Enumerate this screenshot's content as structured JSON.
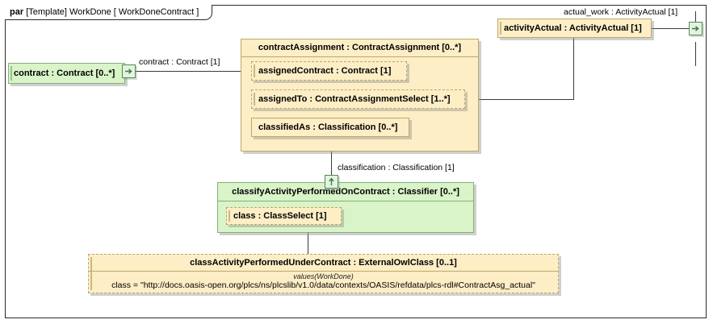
{
  "frame": {
    "keyword": "par",
    "label": "[Template] WorkDone [ WorkDoneContract ]"
  },
  "nodes": {
    "contract": {
      "title": "contract : Contract [0..*]",
      "fill": "#d9f4c8"
    },
    "contract_assignment": {
      "title": "contractAssignment : ContractAssignment [0..*]",
      "fill": "#fdeec6"
    },
    "assigned_contract": {
      "title": "assignedContract : Contract [1]",
      "fill": "#fdeec6"
    },
    "assigned_to": {
      "title": "assignedTo : ContractAssignmentSelect [1..*]",
      "fill": "#fdeec6"
    },
    "classified_as": {
      "title": "classifiedAs : Classification [0..*]",
      "fill": "#fdeec6"
    },
    "activity_actual": {
      "title": "activityActual : ActivityActual [1]",
      "fill": "#fdeec6"
    },
    "classifier": {
      "title": "classifyActivityPerformedOnContract : Classifier [0..*]",
      "fill": "#d9f4c8"
    },
    "class_select": {
      "title": "class : ClassSelect [1]",
      "fill": "#fdeec6"
    },
    "external_owl": {
      "title": "classActivityPerformedUnderContract : ExternalOwlClass [0..1]",
      "values_label": "values(WorkDone)",
      "class_assignment": "class = \"http://docs.oasis-open.org/plcs/ns/plcslib/v1.0/data/contexts/OASIS/refdata/plcs-rdl#ContractAsg_actual\"",
      "fill": "#fdeec6"
    }
  },
  "edges": {
    "contract_label": "contract : Contract [1]",
    "actual_work_label": "actual_work : ActivityActual [1]",
    "classification_label": "classification : Classification [1]"
  },
  "ports": {
    "contract_port": "arrow-right-port-icon",
    "frame_right_port": "arrow-right-port-icon",
    "classification_port": "arrow-up-port-icon"
  },
  "colors": {
    "yellow_fill": "#fdeec6",
    "yellow_border": "#b9a96a",
    "green_fill": "#d9f4c8",
    "green_border": "#84b07b",
    "port_border": "#4f8a50",
    "line": "#3a3a3a"
  }
}
